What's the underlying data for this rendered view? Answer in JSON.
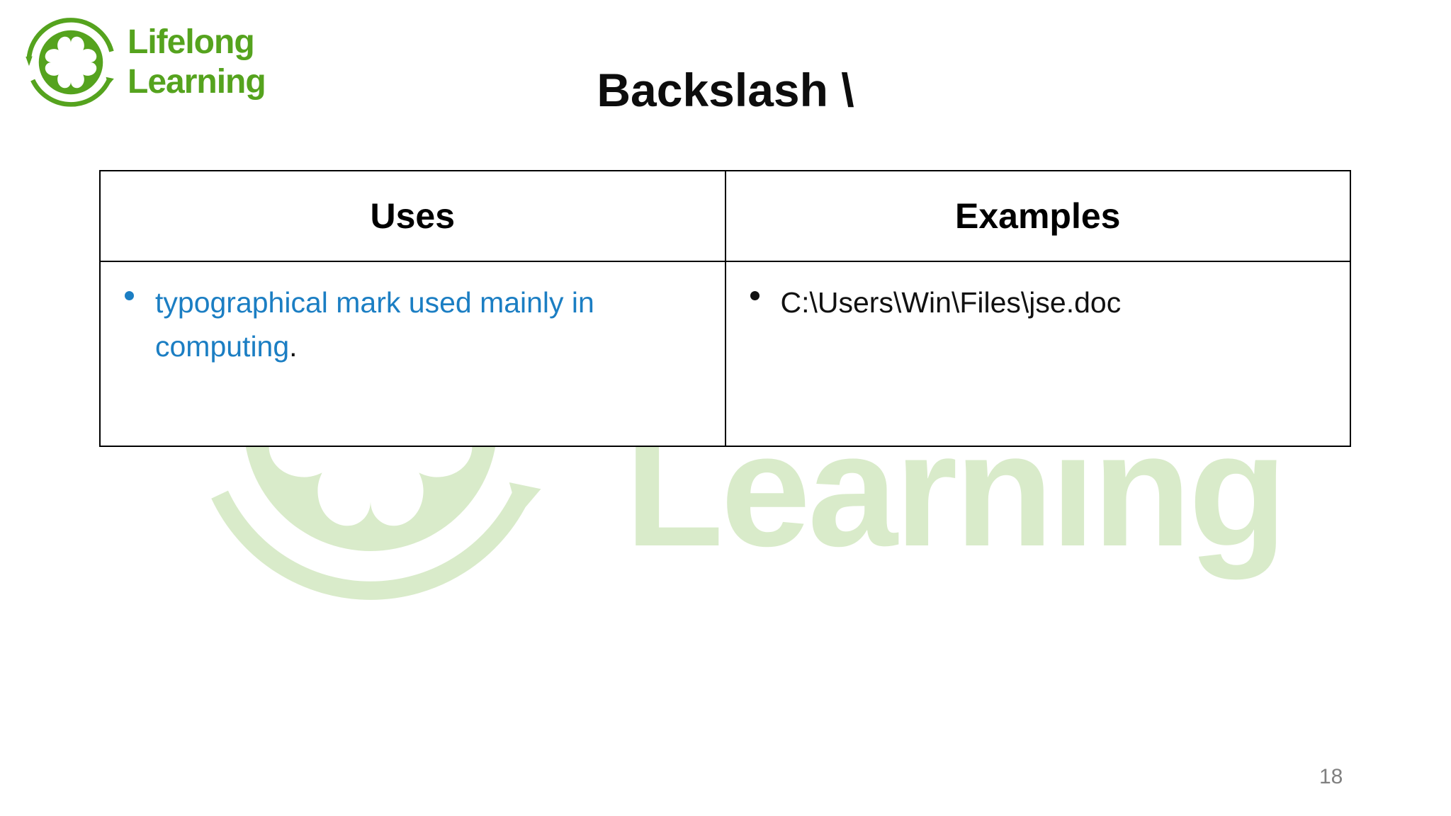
{
  "slide": {
    "title": "Backslash \\",
    "page_number": "18"
  },
  "logo": {
    "line1": "Lifelong",
    "line2": "Learning",
    "brand_green": "#55a31e"
  },
  "watermark": {
    "text": "Learning",
    "color": "#d9ebca"
  },
  "table": {
    "headers": [
      "Uses",
      "Examples"
    ],
    "rows": [
      {
        "uses": {
          "text": "typographical mark used mainly in computing",
          "suffix": ".",
          "text_color": "#1b7ec3"
        },
        "examples": {
          "text": "C:\\Users\\Win\\Files\\jse.doc"
        }
      }
    ]
  }
}
